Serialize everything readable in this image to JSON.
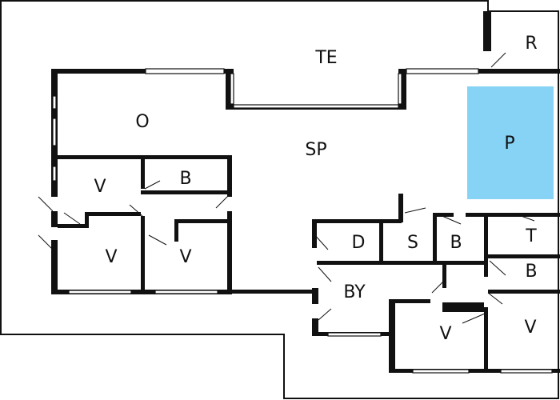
{
  "colors": {
    "pool": "#86d3f5",
    "wall": "#111111",
    "background": "#ffffff",
    "ground": "#fafaf8"
  },
  "rooms": {
    "te": "TE",
    "r": "R",
    "o": "O",
    "sp": "SP",
    "p": "P",
    "v1": "V",
    "b1": "B",
    "v2": "V",
    "v3": "V",
    "d": "D",
    "s": "S",
    "b2": "B",
    "t": "T",
    "by": "BY",
    "b3": "B",
    "v4": "V",
    "v5": "V"
  }
}
